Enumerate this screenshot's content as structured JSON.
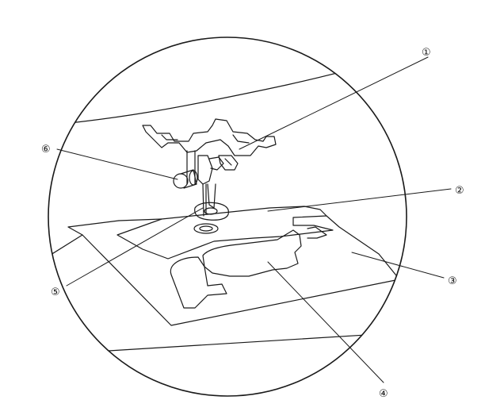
{
  "diagram": {
    "callouts": [
      {
        "id": "1",
        "label": "①"
      },
      {
        "id": "2",
        "label": "②"
      },
      {
        "id": "3",
        "label": "③"
      },
      {
        "id": "4",
        "label": "④"
      },
      {
        "id": "5",
        "label": "⑤"
      },
      {
        "id": "6",
        "label": "⑥"
      }
    ],
    "colors": {
      "line": "#1a1a1a",
      "background": "#ffffff"
    }
  }
}
